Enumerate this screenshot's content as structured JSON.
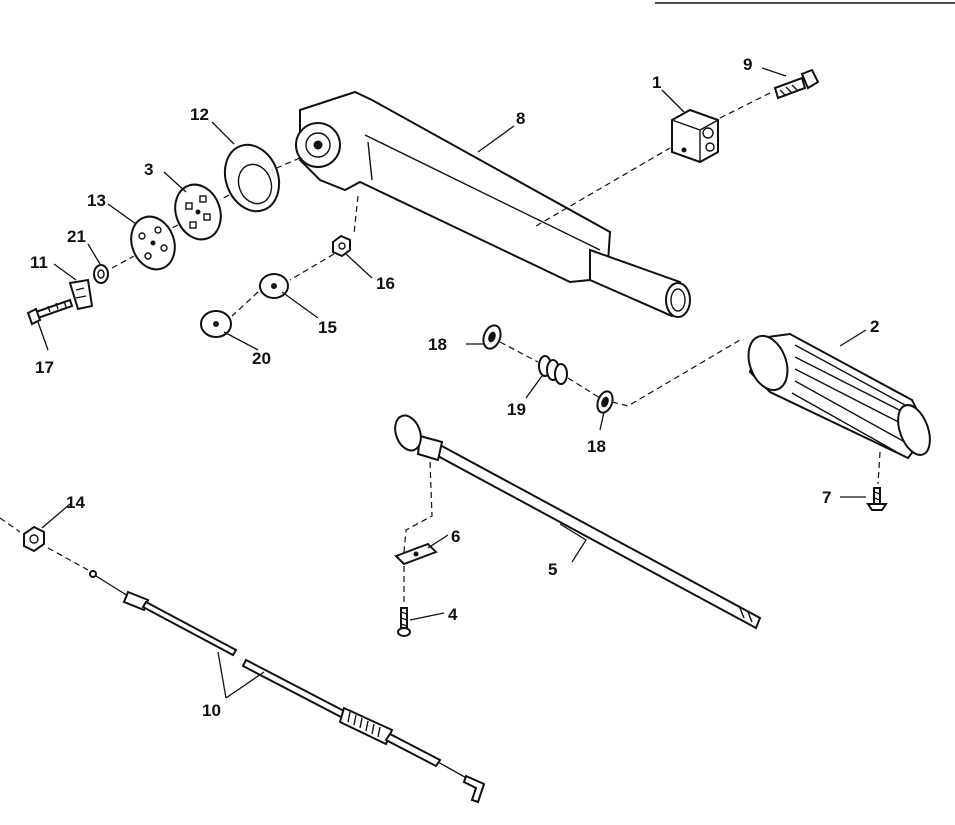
{
  "parts": {
    "p1": "1",
    "p2": "2",
    "p3": "3",
    "p4": "4",
    "p5": "5",
    "p6": "6",
    "p7": "7",
    "p8": "8",
    "p9": "9",
    "p10": "10",
    "p11": "11",
    "p12": "12",
    "p13": "13",
    "p14": "14",
    "p15": "15",
    "p16": "16",
    "p17": "17",
    "p18a": "18",
    "p18b": "18",
    "p19": "19",
    "p20": "20",
    "p21": "21"
  }
}
